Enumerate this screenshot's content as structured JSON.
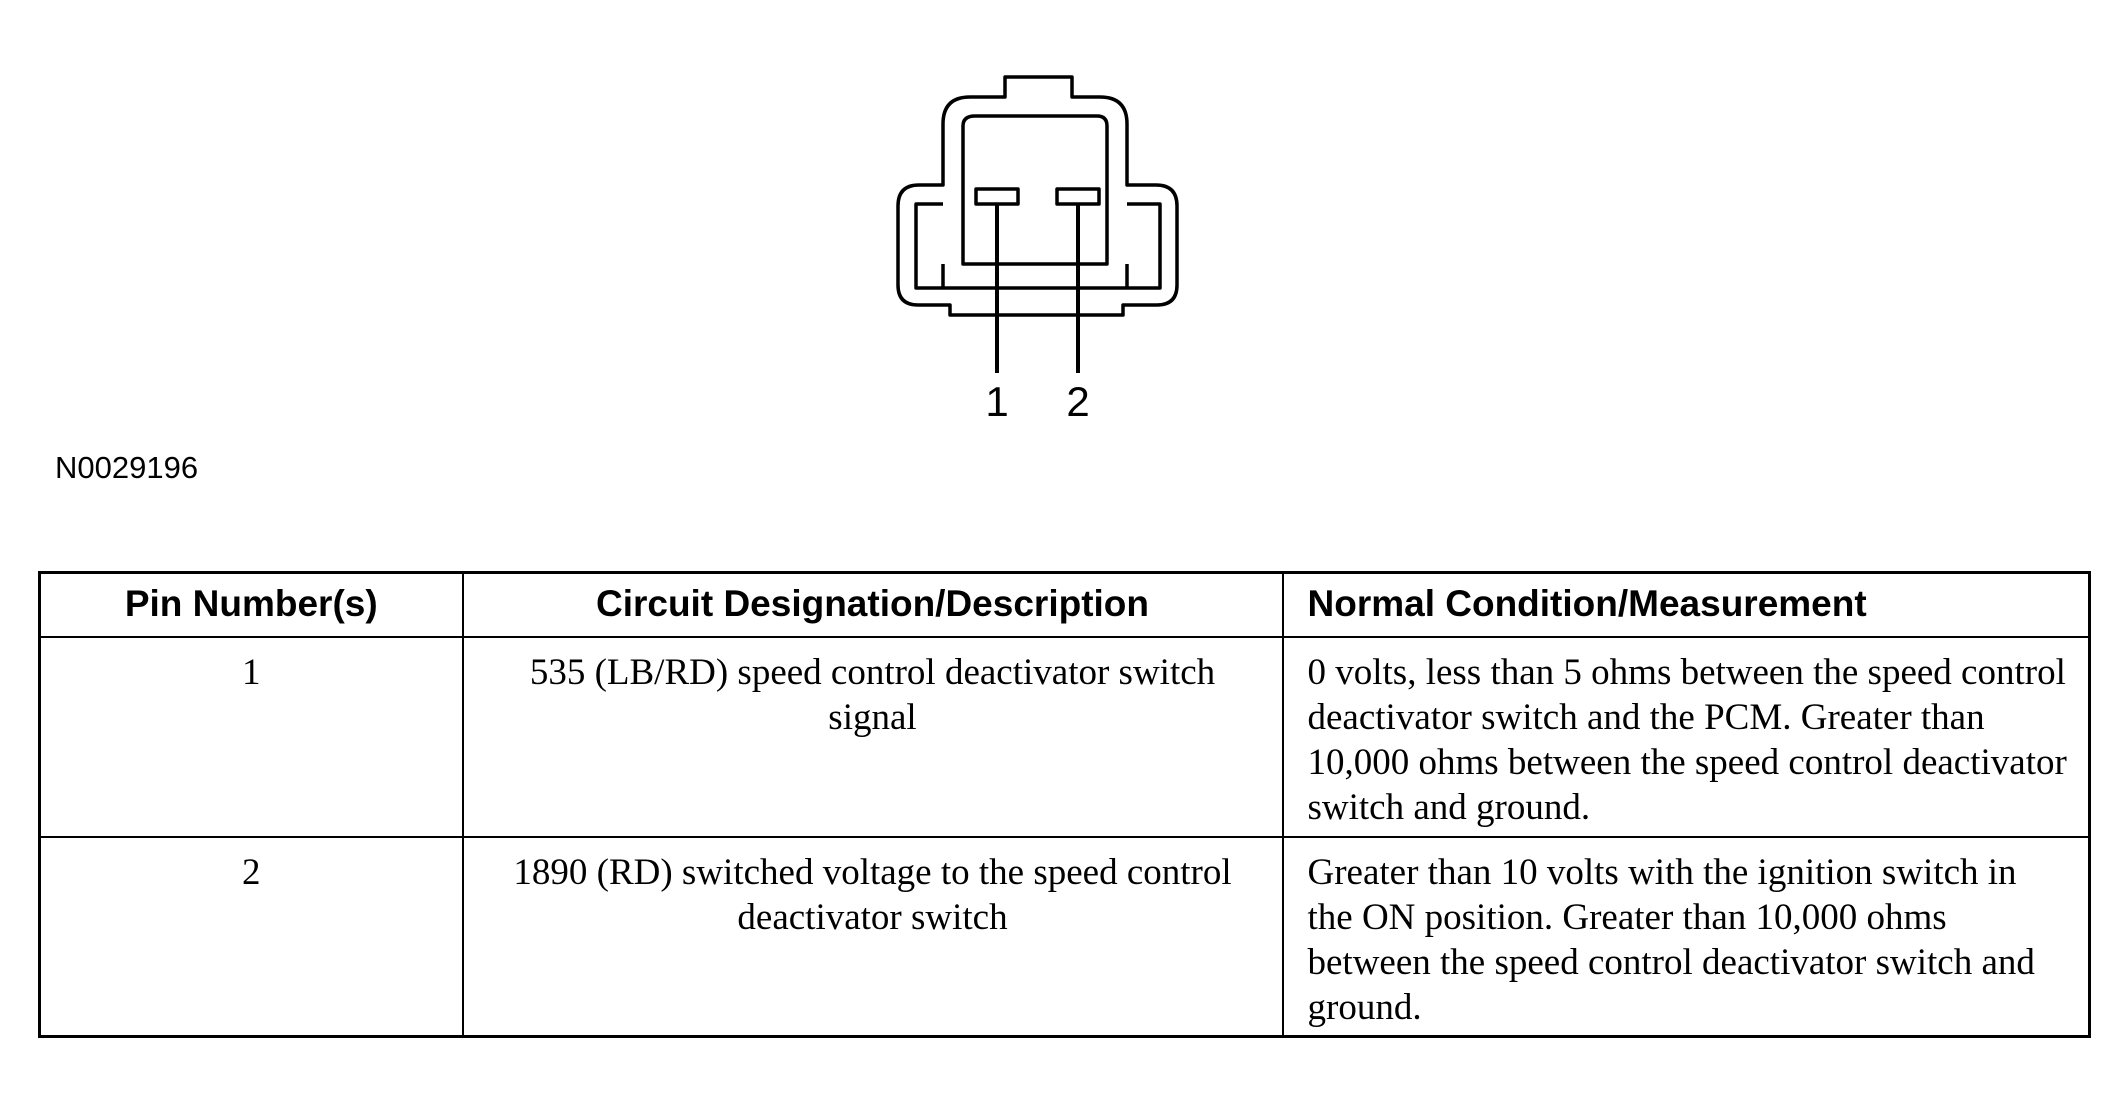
{
  "diagram": {
    "pins": [
      {
        "number": "1"
      },
      {
        "number": "2"
      }
    ],
    "figure_id": "N0029196"
  },
  "table": {
    "headers": {
      "pin": "Pin Number(s)",
      "circuit": "Circuit Designation/Description",
      "condition": "Normal Condition/Measurement"
    },
    "rows": [
      {
        "pin": "1",
        "circuit": "535 (LB/RD) speed control deactivator switch signal",
        "condition": "0 volts, less than 5 ohms between the speed control deactivator switch and the PCM. Greater than 10,000 ohms between the speed control deactivator switch and ground."
      },
      {
        "pin": "2",
        "circuit": "1890 (RD) switched voltage to the speed control deactivator switch",
        "condition": "Greater than 10 volts with the ignition switch in the ON position. Greater than 10,000 ohms between the speed control deactivator switch and ground."
      }
    ]
  }
}
